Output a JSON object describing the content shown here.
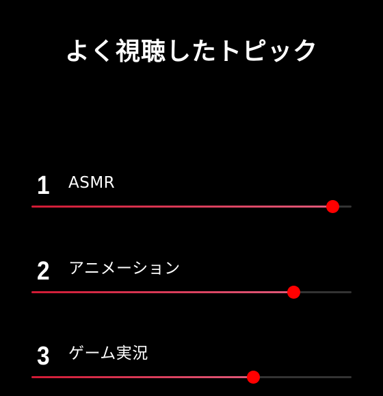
{
  "header": {
    "title": "よく視聴したトピック"
  },
  "topics": [
    {
      "rank": "1",
      "label": "ASMR",
      "progress": 0.94
    },
    {
      "rank": "2",
      "label": "アニメーション",
      "progress": 0.818
    },
    {
      "rank": "3",
      "label": "ゲーム実況",
      "progress": 0.692
    }
  ],
  "colors": {
    "background": "#000000",
    "text": "#ffffff",
    "track": "#333333",
    "fill_start": "#d11a34",
    "fill_end": "#e05a7a",
    "thumb": "#ff0000"
  }
}
